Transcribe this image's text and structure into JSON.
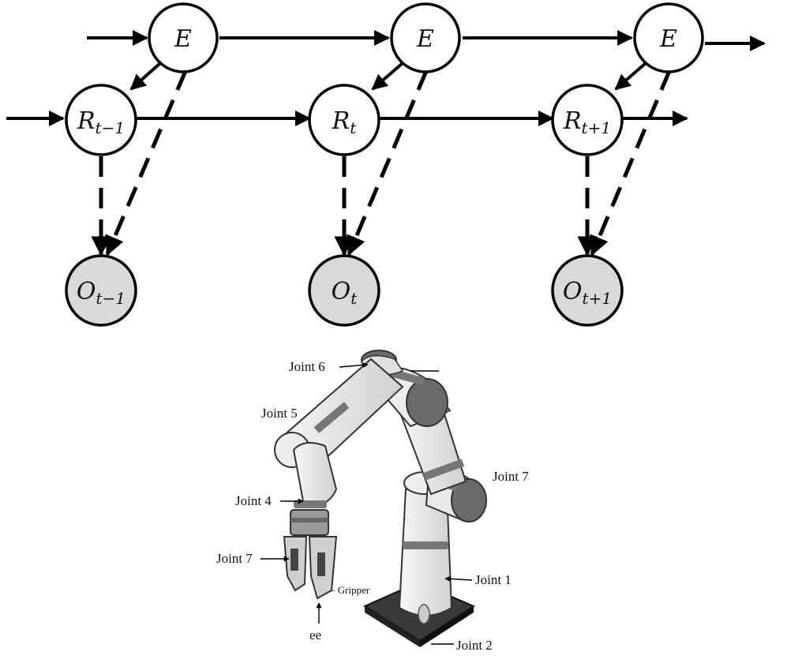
{
  "graph": {
    "hidden_node": "E",
    "state_nodes": [
      {
        "base": "R",
        "sub": "t−1"
      },
      {
        "base": "R",
        "sub": "t"
      },
      {
        "base": "R",
        "sub": "t+1"
      }
    ],
    "observation_nodes": [
      {
        "base": "O",
        "sub": "t−1"
      },
      {
        "base": "O",
        "sub": "t"
      },
      {
        "base": "O",
        "sub": "t+1"
      }
    ],
    "colors": {
      "observed_fill": "#d9d9d9",
      "node_fill": "#ffffff",
      "stroke": "#000000"
    }
  },
  "robot": {
    "labels": {
      "joint6": "Joint 6",
      "joint5": "Joint 5",
      "joint7_right": "Joint 7",
      "joint4": "Joint 4",
      "joint7_left": "Joint 7",
      "joint1": "Joint 1",
      "joint2": "Joint 2",
      "gripper": "– Gripper",
      "ee": "ee"
    }
  }
}
